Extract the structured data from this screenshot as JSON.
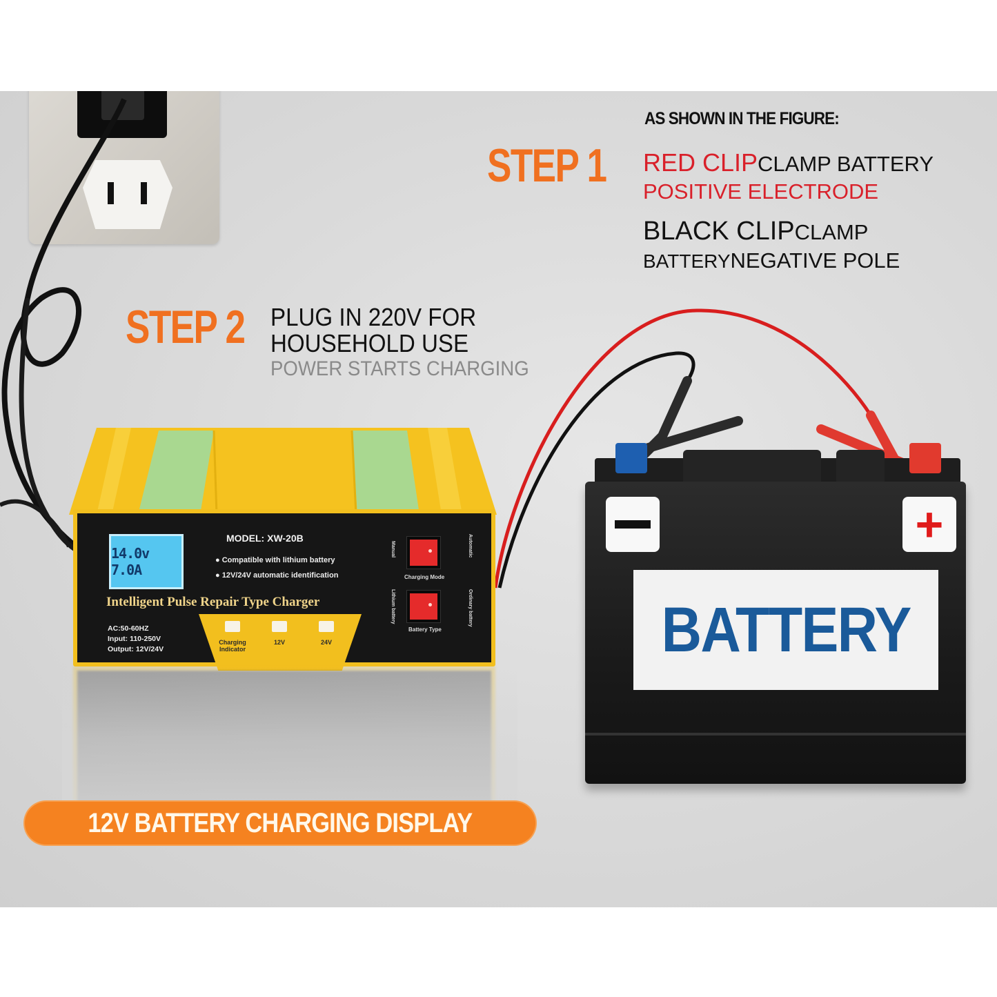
{
  "step1": {
    "title": "STEP 1",
    "heading": "AS SHOWN IN THE FIGURE:",
    "red_clip": "RED CLIP",
    "red_clip_suffix": "CLAMP BATTERY",
    "red_line2": "POSITIVE ELECTRODE",
    "black_clip": "BLACK CLIP",
    "black_clip_suffix": "CLAMP",
    "black_line2_a": "BATTERY",
    "black_line2_b": "NEGATIVE POLE"
  },
  "step2": {
    "title": "STEP 2",
    "line1": "PLUG IN 220V FOR",
    "line2": "HOUSEHOLD USE",
    "line3": "POWER STARTS CHARGING"
  },
  "charger": {
    "lcd_reading": "14.0v 7.0A",
    "model": "MODEL: XW-20B",
    "features": [
      "Compatible with lithium battery",
      "12V/24V automatic identification"
    ],
    "product_name": "Intelligent Pulse Repair Type  Charger",
    "specs": [
      "AC:50-60HZ",
      "Input: 110-250V",
      "Output: 12V/24V"
    ],
    "indicators": [
      "Charging Indicator",
      "12V",
      "24V"
    ],
    "switches": [
      {
        "label": "Charging Mode",
        "left": "Manual",
        "right": "Automatic"
      },
      {
        "label": "Battery Type",
        "left": "Lithium battery",
        "right": "Ordinary battery"
      }
    ]
  },
  "battery": {
    "label": "BATTERY",
    "negative_symbol": "−",
    "positive_symbol": "+"
  },
  "banner": {
    "text": "12V BATTERY CHARGING DISPLAY"
  },
  "colors": {
    "accent_orange": "#f07020",
    "red_text": "#d9202a",
    "charger_yellow": "#f2bf1e",
    "battery_blue": "#1a5a9a"
  }
}
